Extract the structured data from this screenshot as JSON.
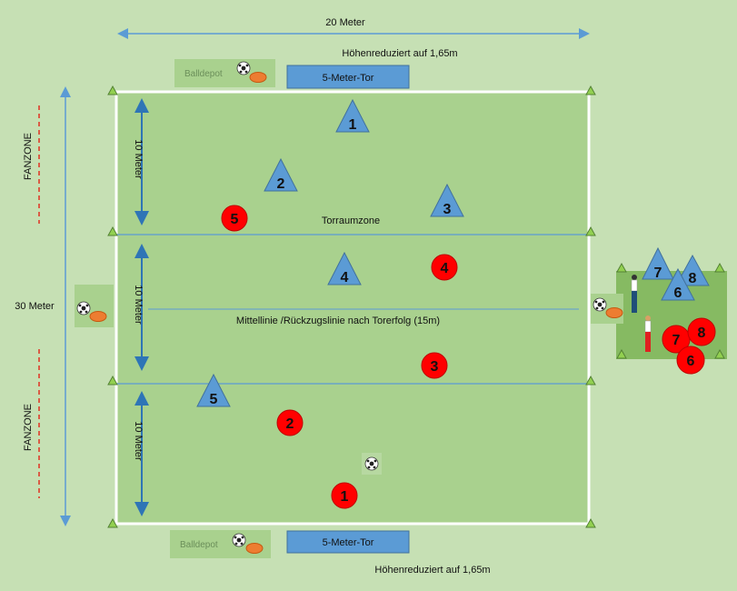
{
  "dimensions": {
    "width_label": "20 Meter",
    "length_label": "30 Meter",
    "zone_label": "10 Meter"
  },
  "height_note": "Höhenreduziert auf 1,65m",
  "goal_label": "5-Meter-Tor",
  "ball_depot_label": "Balldepot",
  "fanzone_label": "FANZONE",
  "goal_zone_label": "Torraumzone",
  "midline_label": "Mittellinie /Rückzugslinie nach Torerfolg (15m)",
  "blue_team": [
    "1",
    "2",
    "3",
    "4",
    "5",
    "6",
    "7",
    "8"
  ],
  "red_team": [
    "1",
    "2",
    "3",
    "4",
    "5",
    "6",
    "7",
    "8"
  ],
  "colors": {
    "background": "#c6e0b4",
    "field": "#a9d18e",
    "blue": "#5b9bd5",
    "red": "#ff0000",
    "cone": "#92d050",
    "arrow": "#2e75b6"
  }
}
